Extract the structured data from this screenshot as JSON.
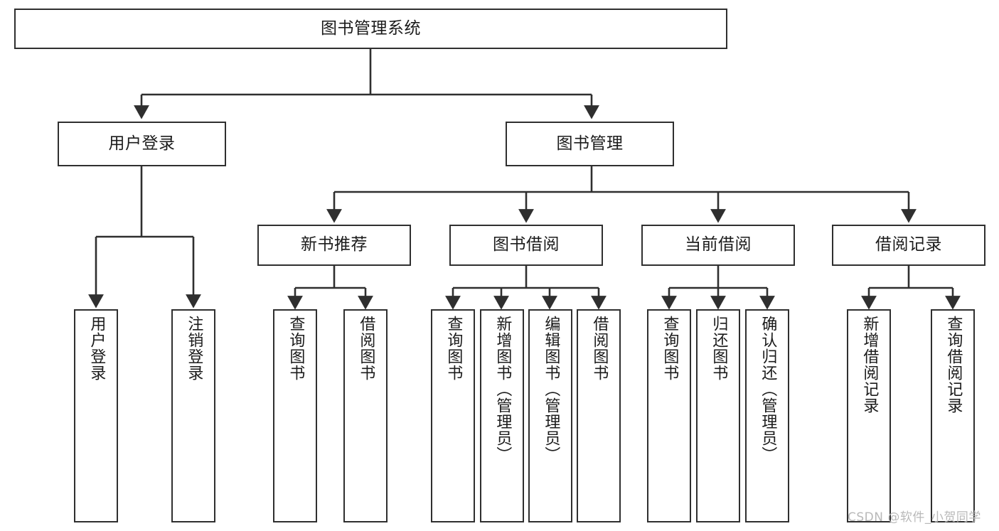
{
  "diagram": {
    "title": "图书管理系统",
    "type": "tree-hierarchy",
    "watermark": "CSDN @软件_小贺同学",
    "colors": {
      "stroke": "#2f2f2f",
      "fill": "#ffffff",
      "text": "#1b1b1b",
      "watermark": "#b9b9b9"
    },
    "levels": {
      "root": {
        "label": "图书管理系统"
      },
      "level2": [
        {
          "label": "用户登录"
        },
        {
          "label": "图书管理"
        }
      ],
      "level3": [
        {
          "label": "新书推荐"
        },
        {
          "label": "图书借阅"
        },
        {
          "label": "当前借阅"
        },
        {
          "label": "借阅记录"
        }
      ],
      "leaves": {
        "user_login": [
          {
            "label": "用户登录"
          },
          {
            "label": "注销登录"
          }
        ],
        "new_book_recommend": [
          {
            "label": "查询图书"
          },
          {
            "label": "借阅图书"
          }
        ],
        "book_borrow": [
          {
            "label": "查询图书"
          },
          {
            "label": "新增图书（管理员）"
          },
          {
            "label": "编辑图书（管理员）"
          },
          {
            "label": "借阅图书"
          }
        ],
        "current_borrow": [
          {
            "label": "查询图书"
          },
          {
            "label": "归还图书"
          },
          {
            "label": "确认归还（管理员）"
          }
        ],
        "borrow_record": [
          {
            "label": "新增借阅记录"
          },
          {
            "label": "查询借阅记录"
          }
        ]
      }
    }
  }
}
